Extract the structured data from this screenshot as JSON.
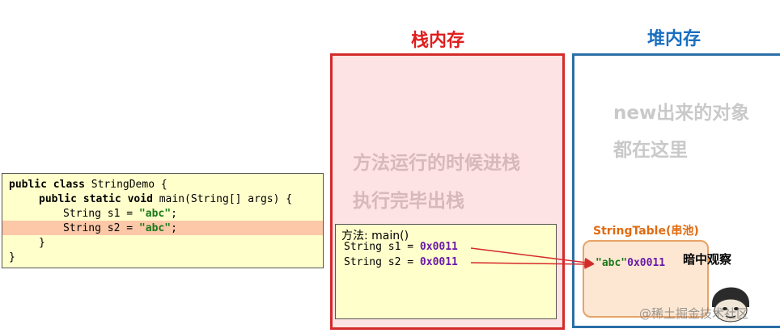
{
  "stack": {
    "title": "栈内存",
    "line1": "方法运行的时候进栈",
    "line2": "执行完毕出栈"
  },
  "heap": {
    "title": "堆内存",
    "line1": "new出来的对象",
    "line2": "都在这里"
  },
  "code": {
    "kw_public": "public",
    "kw_class": "class",
    "class_name": " StringDemo {",
    "kw_public2": "public",
    "kw_static": "static",
    "kw_void": "void",
    "main_sig": " main(String[] args) {",
    "s1_decl": "String s1 = ",
    "s1_val": "\"abc\"",
    "semi1": ";",
    "s2_decl": "String s2 = ",
    "s2_val": "\"abc\"",
    "semi2": ";",
    "close_inner": "}",
    "close_outer": "}"
  },
  "frame": {
    "label": "方法: main()",
    "s1_text": "String s1 = ",
    "s1_addr": "0x0011",
    "s2_text": "String s2 = ",
    "s2_addr": "0x0011"
  },
  "string_table": {
    "label": "StringTable(串池)",
    "value": "\"abc\"",
    "addr": "0x0011"
  },
  "caption": "暗中观察",
  "watermark": "@稀土掘金技术社区",
  "colors": {
    "stack_border": "#d42a2a",
    "heap_border": "#2a6fa8",
    "pool_border": "#e8a366",
    "pool_label": "#e06b10",
    "stack_title": "#e01e1e",
    "heap_title": "#1a6fc0"
  }
}
